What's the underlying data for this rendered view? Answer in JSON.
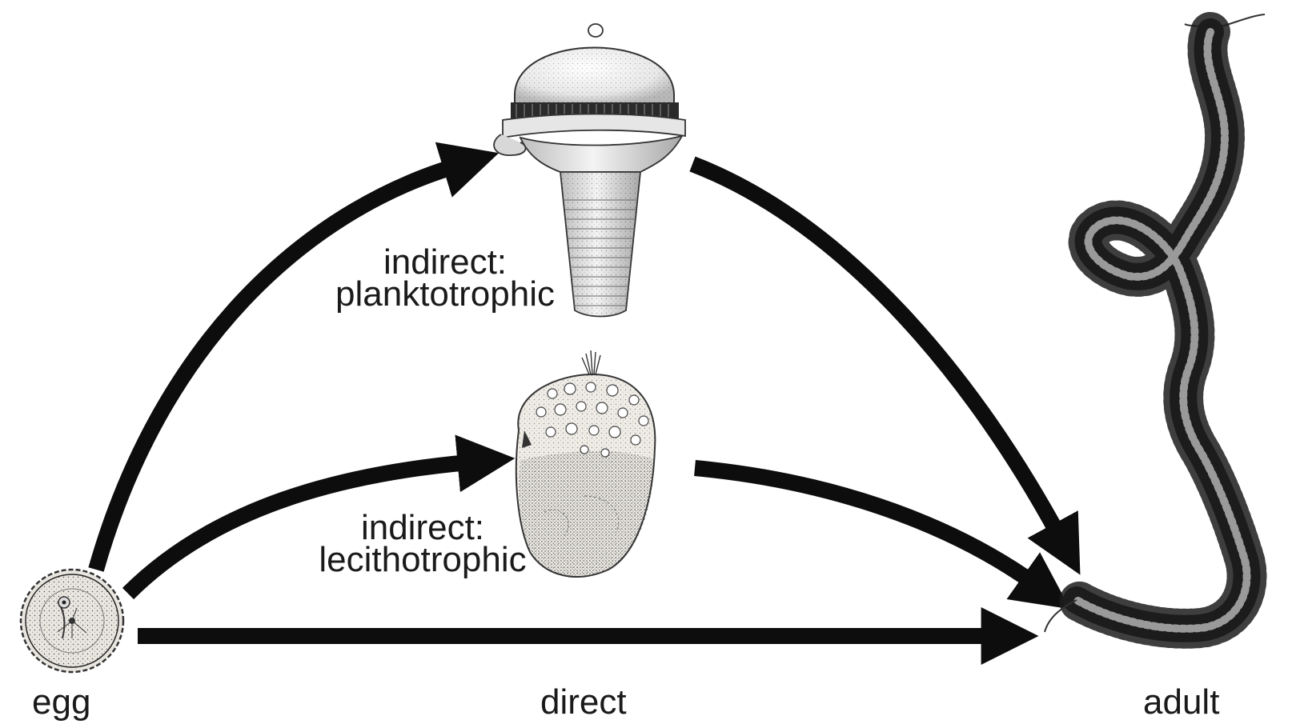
{
  "diagram": {
    "labels": {
      "egg": "egg",
      "direct": "direct",
      "adult": "adult",
      "planktotrophic": {
        "line1": "indirect:",
        "line2": "planktotrophic"
      },
      "lecithotrophic": {
        "line1": "indirect:",
        "line2": "lecithotrophic"
      }
    },
    "illustrations": [
      "egg",
      "trochophore larva",
      "lecithotrophic larva",
      "polychaete worm"
    ],
    "colors": {
      "arrow": "#0d0d0d",
      "ink": "#1a1a1a",
      "background": "#ffffff"
    }
  }
}
